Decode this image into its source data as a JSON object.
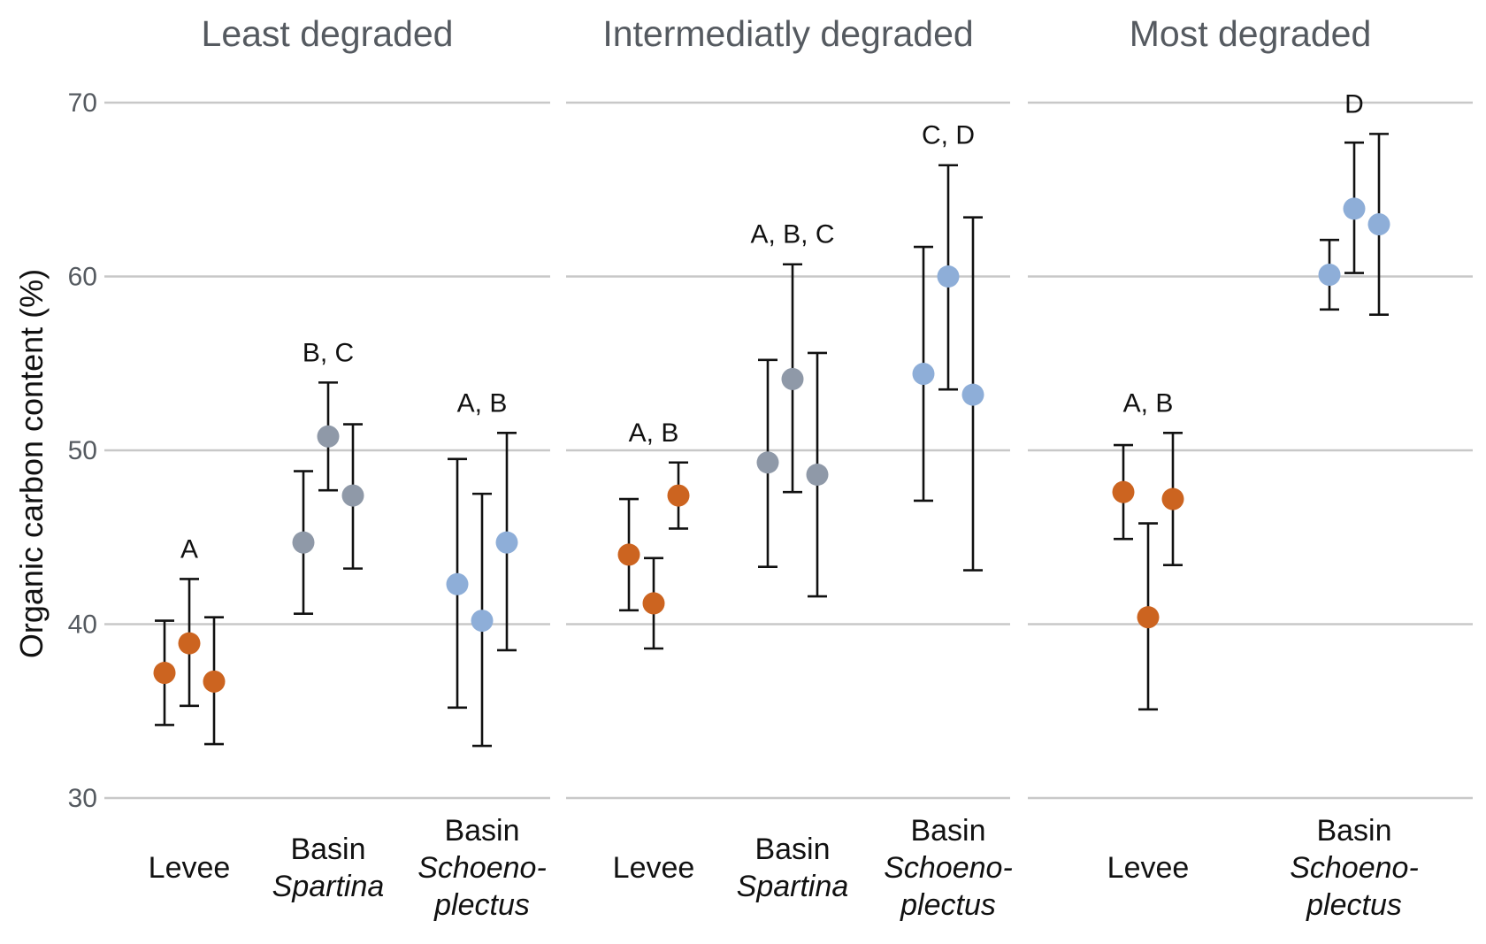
{
  "chart_data": {
    "type": "scatter",
    "ylabel": "Organic carbon content (%)",
    "ylim": [
      30,
      70
    ],
    "yticks": [
      30,
      40,
      50,
      60,
      70
    ],
    "grid": true,
    "colors": {
      "Levee": "#cc6420",
      "Basin Spartina": "#8f99a8",
      "Basin Schoenoplectus": "#8eaed8"
    },
    "facets": [
      {
        "title": "Least degraded",
        "groups": [
          {
            "label_lines": [
              "Levee"
            ],
            "label_italic": [
              false
            ],
            "letter": "A",
            "color_key": "Levee",
            "points": [
              {
                "y": 37.2,
                "lo": 34.2,
                "hi": 40.2
              },
              {
                "y": 38.9,
                "lo": 35.3,
                "hi": 42.6
              },
              {
                "y": 36.7,
                "lo": 33.1,
                "hi": 40.4
              }
            ]
          },
          {
            "label_lines": [
              "Basin",
              "Spartina"
            ],
            "label_italic": [
              false,
              true
            ],
            "letter": "B, C",
            "color_key": "Basin Spartina",
            "points": [
              {
                "y": 44.7,
                "lo": 40.6,
                "hi": 48.8
              },
              {
                "y": 50.8,
                "lo": 47.7,
                "hi": 53.9
              },
              {
                "y": 47.4,
                "lo": 43.2,
                "hi": 51.5
              }
            ]
          },
          {
            "label_lines": [
              "Basin",
              "Schoeno-",
              "plectus"
            ],
            "label_italic": [
              false,
              true,
              true
            ],
            "letter": "A, B",
            "color_key": "Basin Schoenoplectus",
            "points": [
              {
                "y": 42.3,
                "lo": 35.2,
                "hi": 49.5
              },
              {
                "y": 40.2,
                "lo": 33.0,
                "hi": 47.5
              },
              {
                "y": 44.7,
                "lo": 38.5,
                "hi": 51.0
              }
            ]
          }
        ]
      },
      {
        "title": "Intermediatly degraded",
        "groups": [
          {
            "label_lines": [
              "Levee"
            ],
            "label_italic": [
              false
            ],
            "letter": "A, B",
            "color_key": "Levee",
            "points": [
              {
                "y": 44.0,
                "lo": 40.8,
                "hi": 47.2
              },
              {
                "y": 41.2,
                "lo": 38.6,
                "hi": 43.8
              },
              {
                "y": 47.4,
                "lo": 45.5,
                "hi": 49.3
              }
            ]
          },
          {
            "label_lines": [
              "Basin",
              "Spartina"
            ],
            "label_italic": [
              false,
              true
            ],
            "letter": "A, B, C",
            "color_key": "Basin Spartina",
            "points": [
              {
                "y": 49.3,
                "lo": 43.3,
                "hi": 55.2
              },
              {
                "y": 54.1,
                "lo": 47.6,
                "hi": 60.7
              },
              {
                "y": 48.6,
                "lo": 41.6,
                "hi": 55.6
              }
            ]
          },
          {
            "label_lines": [
              "Basin",
              "Schoeno-",
              "plectus"
            ],
            "label_italic": [
              false,
              true,
              true
            ],
            "letter": "C, D",
            "color_key": "Basin Schoenoplectus",
            "points": [
              {
                "y": 54.4,
                "lo": 47.1,
                "hi": 61.7
              },
              {
                "y": 60.0,
                "lo": 53.5,
                "hi": 66.4
              },
              {
                "y": 53.2,
                "lo": 43.1,
                "hi": 63.4
              }
            ]
          }
        ]
      },
      {
        "title": "Most degraded",
        "groups": [
          {
            "label_lines": [
              "Levee"
            ],
            "label_italic": [
              false
            ],
            "letter": "A, B",
            "color_key": "Levee",
            "points": [
              {
                "y": 47.6,
                "lo": 44.9,
                "hi": 50.3
              },
              {
                "y": 40.4,
                "lo": 35.1,
                "hi": 45.8
              },
              {
                "y": 47.2,
                "lo": 43.4,
                "hi": 51.0
              }
            ]
          },
          {
            "label_lines": [
              "Basin",
              "Schoeno-",
              "plectus"
            ],
            "label_italic": [
              false,
              true,
              true
            ],
            "letter": "D",
            "color_key": "Basin Schoenoplectus",
            "points": [
              {
                "y": 60.1,
                "lo": 58.1,
                "hi": 62.1
              },
              {
                "y": 63.9,
                "lo": 60.2,
                "hi": 67.7
              },
              {
                "y": 63.0,
                "lo": 57.8,
                "hi": 68.2
              }
            ]
          }
        ]
      }
    ]
  }
}
